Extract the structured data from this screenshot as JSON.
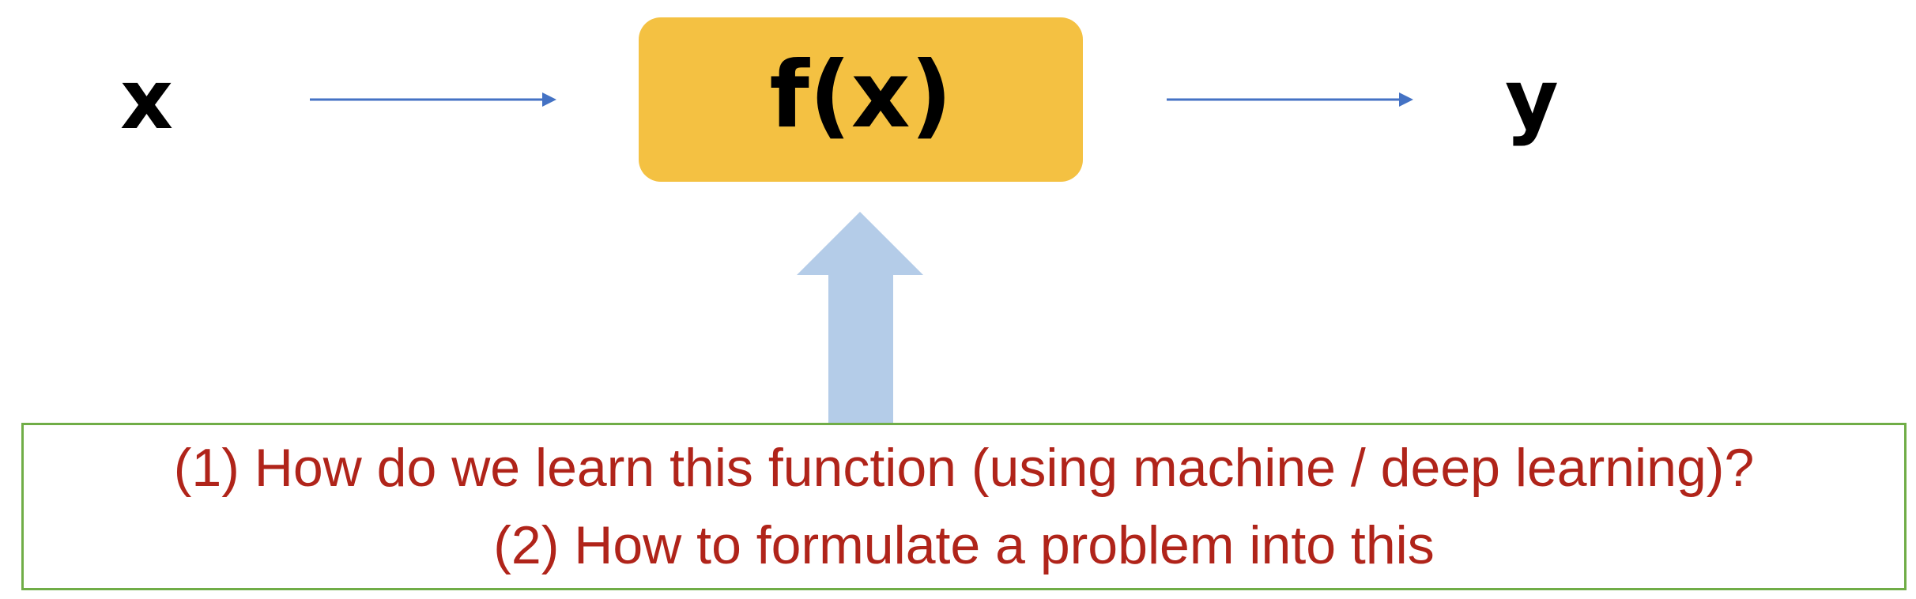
{
  "diagram": {
    "input_label": "x",
    "output_label": "y",
    "function_label": "f(x)",
    "questions": [
      "(1) How do we learn this function (using machine / deep learning)?",
      "(2) How to formulate a problem into this"
    ]
  },
  "colors": {
    "function_box_fill": "#F4C142",
    "flow_arrow": "#4472C4",
    "up_arrow": "#B4CCE8",
    "question_border": "#70AD47",
    "question_text": "#B0241A"
  },
  "icons": {
    "input_to_function_arrow": "right-arrow-icon",
    "function_to_output_arrow": "right-arrow-icon",
    "learning_arrow": "up-arrow-icon"
  }
}
